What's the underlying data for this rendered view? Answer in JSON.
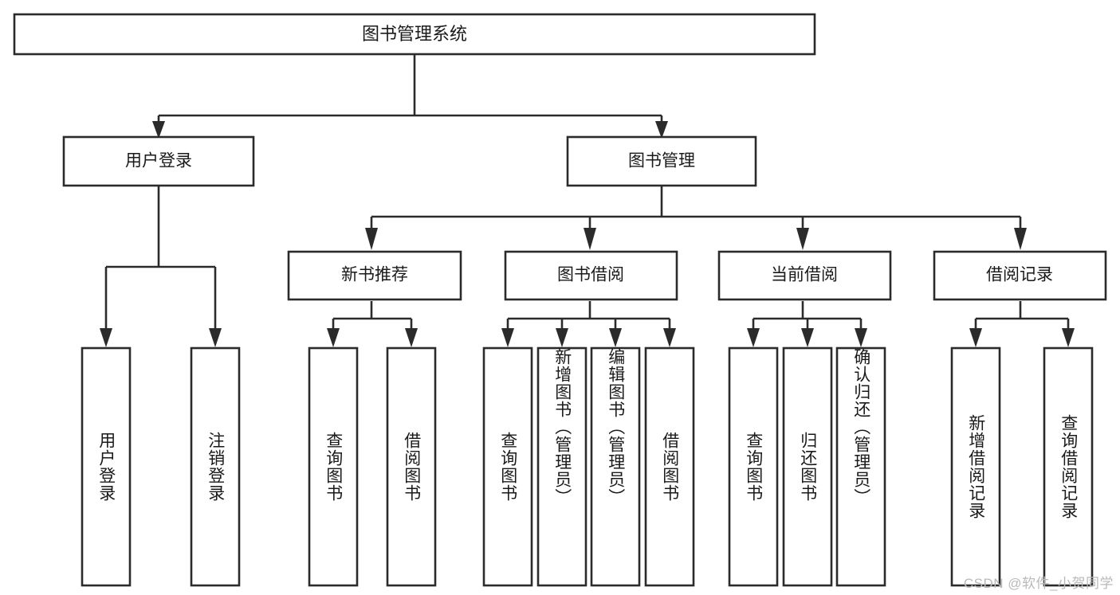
{
  "diagram": {
    "type": "tree-hierarchy",
    "title": "图书管理系统",
    "watermark": "CSDN @软件_小贺同学",
    "colors": {
      "stroke": "#2b2b2b",
      "fill": "#ffffff",
      "text": "#1a1a1a",
      "watermark": "#b9b9b9"
    },
    "root": {
      "label": "图书管理系统"
    },
    "level1": [
      {
        "label": "用户登录"
      },
      {
        "label": "图书管理"
      }
    ],
    "level2": [
      {
        "label": "新书推荐"
      },
      {
        "label": "图书借阅"
      },
      {
        "label": "当前借阅"
      },
      {
        "label": "借阅记录"
      }
    ],
    "leaves": {
      "user_login": [
        {
          "label": "用户登录"
        },
        {
          "label": "注销登录"
        }
      ],
      "new_book_recommend": [
        {
          "label": "查询图书"
        },
        {
          "label": "借阅图书"
        }
      ],
      "book_borrow": [
        {
          "label": "查询图书"
        },
        {
          "label": "新增图书（管理员）"
        },
        {
          "label": "编辑图书（管理员）"
        },
        {
          "label": "借阅图书"
        }
      ],
      "current_borrow": [
        {
          "label": "查询图书"
        },
        {
          "label": "归还图书"
        },
        {
          "label": "确认归还（管理员）"
        }
      ],
      "borrow_record": [
        {
          "label": "新增借阅记录"
        },
        {
          "label": "查询借阅记录"
        }
      ]
    }
  }
}
